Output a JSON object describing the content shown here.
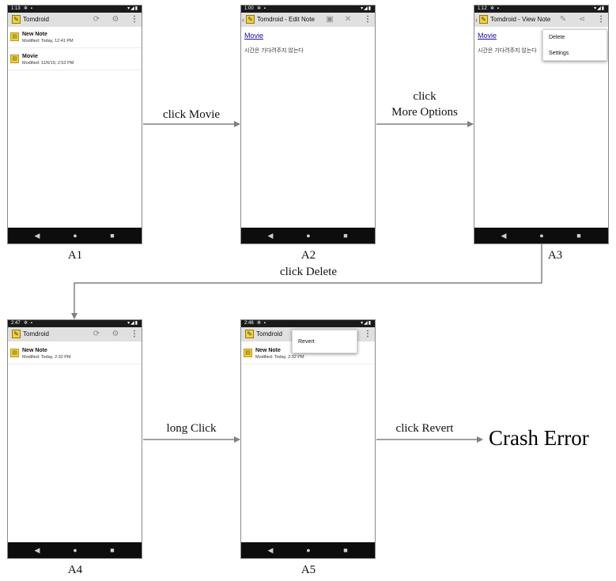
{
  "app": {
    "name": "Tomdroid",
    "edit_title": "Tomdroid - Edit Note",
    "view_title": "Tomdroid - View Note"
  },
  "screens": {
    "a1": {
      "label": "A1",
      "time": "1:13",
      "notes": [
        {
          "title": "New Note",
          "date": "Modified: Today, 12:41 PM"
        },
        {
          "title": "Movie",
          "date": "Modified: 11/6/19, 2:53 PM"
        }
      ]
    },
    "a2": {
      "label": "A2",
      "time": "1:00",
      "note_title": "Movie",
      "note_body": "시간은 기다려주지 않는다"
    },
    "a3": {
      "label": "A3",
      "time": "1:12",
      "note_title": "Movie",
      "note_body": "시간은 기다려주지 않는다",
      "menu": [
        "Delete",
        "Settings"
      ]
    },
    "a4": {
      "label": "A4",
      "time": "2:47",
      "notes": [
        {
          "title": "New Note",
          "date": "Modified: Today, 2:32 PM"
        }
      ]
    },
    "a5": {
      "label": "A5",
      "time": "2:46",
      "notes": [
        {
          "title": "New Note",
          "date": "Modified: Today, 2:32 PM"
        }
      ],
      "menu": [
        "Revert"
      ]
    }
  },
  "actions": {
    "a1_to_a2": "click Movie",
    "a2_to_a3_line1": "click",
    "a2_to_a3_line2": "More Options",
    "a3_to_a4": "click Delete",
    "a4_to_a5": "long Click",
    "a5_to_end": "click Revert"
  },
  "outcome": "Crash Error",
  "icons": {
    "logo": "tomdroid-logo-icon",
    "note": "note-icon",
    "sync": "sync-icon",
    "settings": "settings-gear-icon",
    "more": "more-vert-icon",
    "save": "save-icon",
    "discard": "discard-icon",
    "edit": "edit-pencil-icon",
    "share": "share-icon"
  },
  "colors": {
    "status_bar": "#1a1a1a",
    "action_bar": "#e0e0e0",
    "nav_bar": "#0d0d0d",
    "link": "#1a0dab",
    "note_icon": "#f3d23a",
    "arrow": "#808080"
  }
}
